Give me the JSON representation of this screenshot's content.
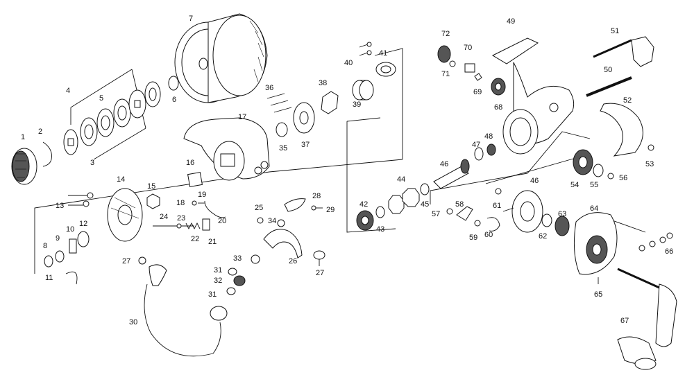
{
  "diagram": {
    "labels": [
      "1",
      "2",
      "3",
      "4",
      "5",
      "6",
      "7",
      "8",
      "9",
      "10",
      "11",
      "12",
      "13",
      "14",
      "15",
      "16",
      "17",
      "18",
      "19",
      "20",
      "21",
      "22",
      "23",
      "24",
      "25",
      "26",
      "27",
      "27",
      "28",
      "29",
      "30",
      "31",
      "31",
      "32",
      "33",
      "34",
      "35",
      "36",
      "37",
      "38",
      "39",
      "40",
      "41",
      "42",
      "43",
      "44",
      "45",
      "46",
      "46",
      "47",
      "48",
      "49",
      "50",
      "51",
      "52",
      "53",
      "54",
      "55",
      "56",
      "57",
      "58",
      "59",
      "60",
      "61",
      "62",
      "63",
      "64",
      "65",
      "66",
      "67",
      "68",
      "69",
      "70",
      "71",
      "72"
    ]
  }
}
